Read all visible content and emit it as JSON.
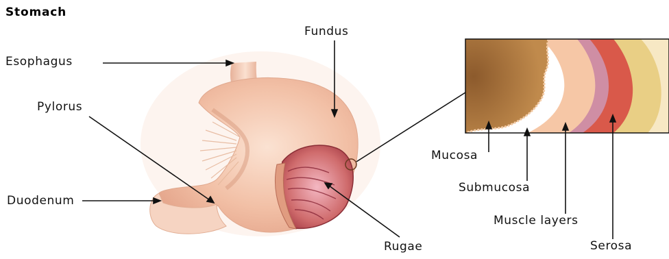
{
  "title": "Stomach",
  "labels": {
    "esophagus": "Esophagus",
    "fundus": "Fundus",
    "pylorus": "Pylorus",
    "duodenum": "Duodenum",
    "rugae": "Rugae",
    "mucosa": "Mucosa",
    "submucosa": "Submucosa",
    "muscle_layers": "Muscle layers",
    "serosa": "Serosa"
  },
  "colors": {
    "stomach_outer": "#f2c4a8",
    "stomach_inner": "#d9806a",
    "rugae": "#b5425a",
    "mucosa": "#b07a40",
    "submucosa": "#f6c9a8",
    "muscle": "#d95a48",
    "serosa": "#e8cf84",
    "line": "#111111"
  }
}
